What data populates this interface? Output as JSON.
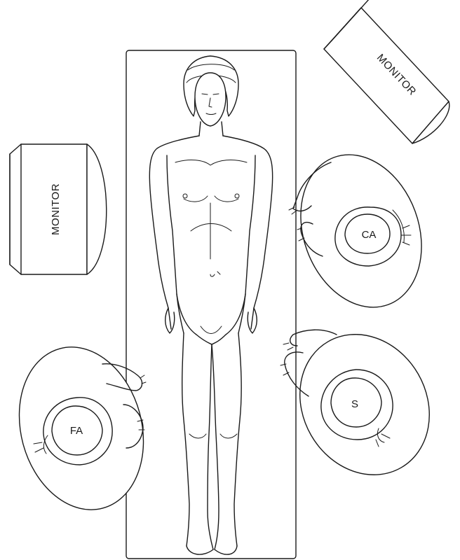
{
  "monitors": [
    {
      "label": "MONITOR"
    },
    {
      "label": "MONITOR"
    }
  ],
  "staff": [
    {
      "label": "CA"
    },
    {
      "label": "S"
    },
    {
      "label": "FA"
    }
  ]
}
